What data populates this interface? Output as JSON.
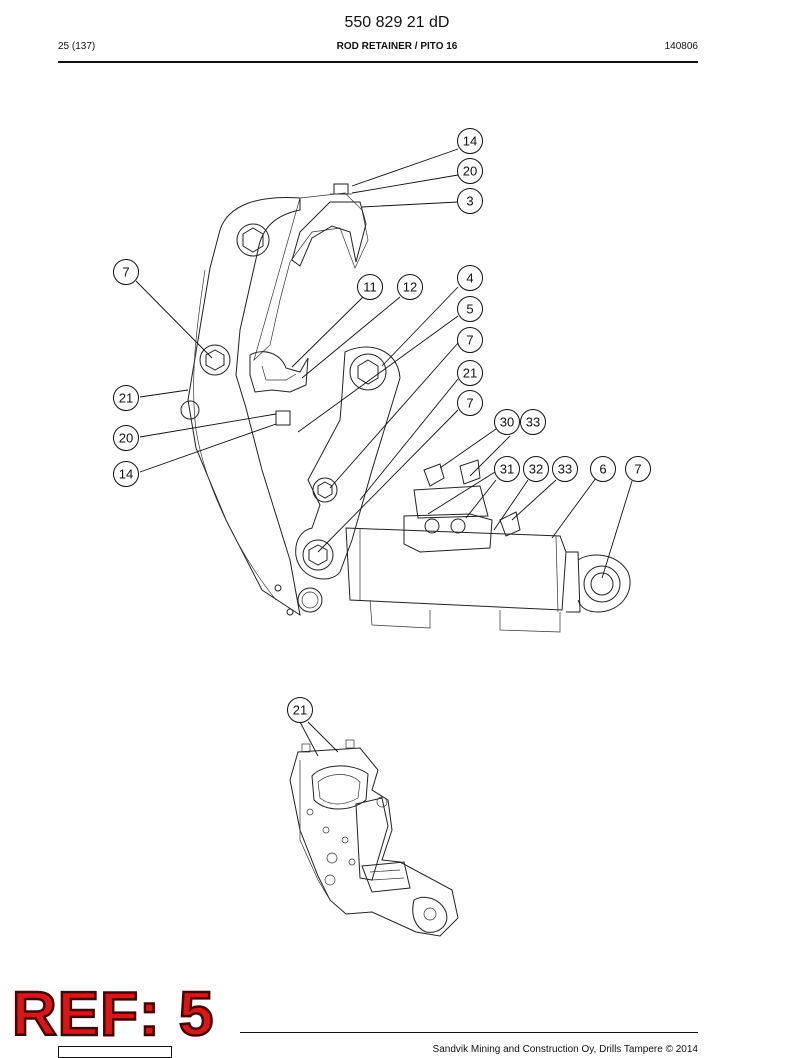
{
  "header": {
    "document_number": "550 829 21 dD",
    "page": "25 (137)",
    "title": "ROD RETAINER / PITO 16",
    "date_code": "140806"
  },
  "footer": {
    "copyright": "Sandvik Mining and Construction Oy, Drills Tampere © 2014"
  },
  "stamp": {
    "text": "REF: 5",
    "color": "#d61818"
  },
  "callouts_main": [
    "14",
    "20",
    "3",
    "7",
    "11",
    "12",
    "4",
    "5",
    "7",
    "21",
    "7",
    "21",
    "30",
    "33",
    "20",
    "14",
    "31",
    "32",
    "33",
    "6",
    "7"
  ],
  "callouts_detail": [
    "21"
  ]
}
